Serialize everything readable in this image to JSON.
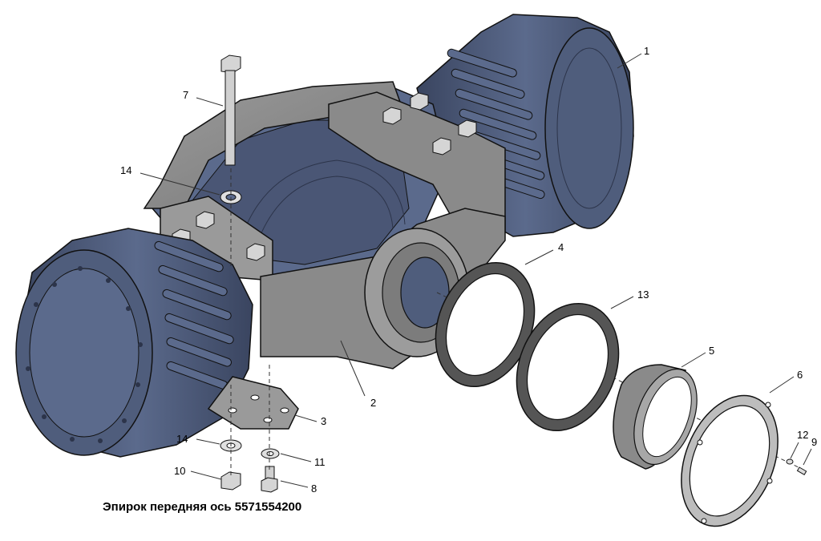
{
  "caption": "Эпирок передняя ось 5571554200",
  "colors": {
    "hub_blue": "#4f5d7c",
    "hub_blue_dark": "#3a4560",
    "housing_gray": "#8a8a8a",
    "housing_dark": "#6e6e6e",
    "seal_dark": "#555555",
    "part_light": "#bdbdbd",
    "outline": "#111111"
  },
  "callouts": [
    {
      "id": "1",
      "label": "1"
    },
    {
      "id": "2",
      "label": "2"
    },
    {
      "id": "3",
      "label": "3"
    },
    {
      "id": "4",
      "label": "4"
    },
    {
      "id": "5",
      "label": "5"
    },
    {
      "id": "6",
      "label": "6"
    },
    {
      "id": "7",
      "label": "7"
    },
    {
      "id": "8",
      "label": "8"
    },
    {
      "id": "9",
      "label": "9"
    },
    {
      "id": "10",
      "label": "10"
    },
    {
      "id": "11",
      "label": "11"
    },
    {
      "id": "12",
      "label": "12"
    },
    {
      "id": "13",
      "label": "13"
    },
    {
      "id": "14a",
      "label": "14"
    },
    {
      "id": "14b",
      "label": "14"
    }
  ]
}
